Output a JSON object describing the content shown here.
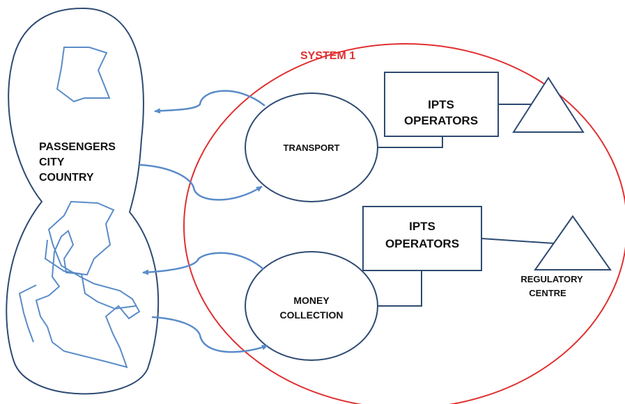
{
  "diagram": {
    "system_label": "SYSTEM 1",
    "passengers_lines": [
      "PASSENGERS",
      "CITY",
      "COUNTRY"
    ],
    "transport_label": "TRANSPORT",
    "money_collection_lines": [
      "MONEY",
      "COLLECTION"
    ],
    "ipts_top_lines": [
      "IPTS",
      "OPERATORS"
    ],
    "ipts_bottom_lines": [
      "IPTS",
      "OPERATORS"
    ],
    "regulatory_lines": [
      "REGULATORY",
      "CENTRE"
    ]
  },
  "colors": {
    "system_boundary": "#e03030",
    "system_label": "#e03030",
    "shape_stroke": "#2e4a72",
    "connector": "#5a8cc8",
    "text": "#111111"
  }
}
